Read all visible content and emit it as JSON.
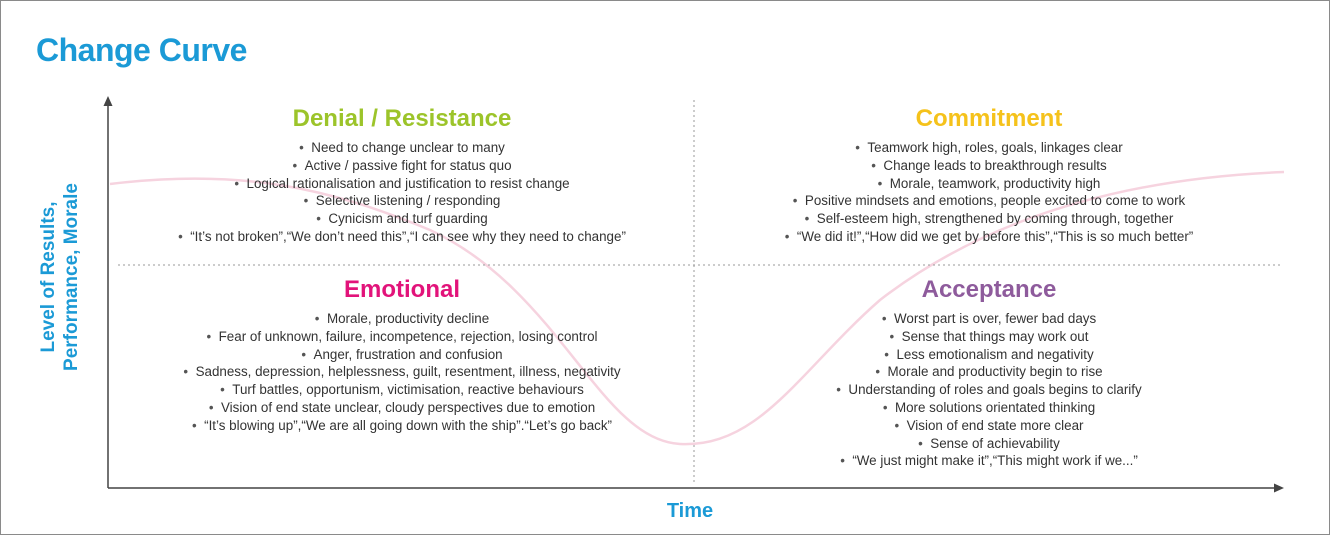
{
  "title": "Change Curve",
  "axes": {
    "y_label_line1": "Level of Results,",
    "y_label_line2": "Performance, Morale",
    "x_label": "Time"
  },
  "colors": {
    "title": "#1b9ad6",
    "axis_label": "#1b9ad6",
    "denial": "#9cc42a",
    "commitment": "#f5c21b",
    "emotional": "#e2137a",
    "acceptance": "#8e5b9c",
    "curve": "#f6d3df"
  },
  "quadrants": {
    "denial": {
      "heading": "Denial / Resistance",
      "items": [
        "Need to change unclear to many",
        "Active / passive fight for status quo",
        "Logical rationalisation and justification to resist change",
        "Selective listening / responding",
        "Cynicism and turf guarding",
        "“It’s not broken”,“We don’t need this”,“I can see why they need to change”"
      ]
    },
    "commitment": {
      "heading": "Commitment",
      "items": [
        "Teamwork high, roles, goals, linkages clear",
        "Change leads to breakthrough results",
        "Morale, teamwork, productivity high",
        "Positive mindsets and emotions, people excited to come to work",
        "Self-esteem high, strengthened by coming through, together",
        "“We did it!”,“How did we get by before this”,“This is so much better”"
      ]
    },
    "emotional": {
      "heading": "Emotional",
      "items": [
        "Morale, productivity decline",
        "Fear of unknown, failure, incompetence, rejection, losing control",
        "Anger, frustration and confusion",
        "Sadness, depression, helplessness, guilt, resentment, illness, negativity",
        "Turf battles, opportunism, victimisation, reactive behaviours",
        "Vision of end state unclear, cloudy perspectives due to emotion",
        "“It’s blowing up”,“We are all going down with the ship”.“Let’s go back”"
      ]
    },
    "acceptance": {
      "heading": "Acceptance",
      "items": [
        "Worst part is over, fewer bad days",
        "Sense that things may work out",
        "Less emotionalism and negativity",
        "Morale and productivity begin to rise",
        "Understanding of roles and goals begins to clarify",
        "More solutions orientated thinking",
        "Vision of end state more clear",
        "Sense of achievability",
        "“We just might make it”,“This might work if we...”"
      ]
    }
  }
}
